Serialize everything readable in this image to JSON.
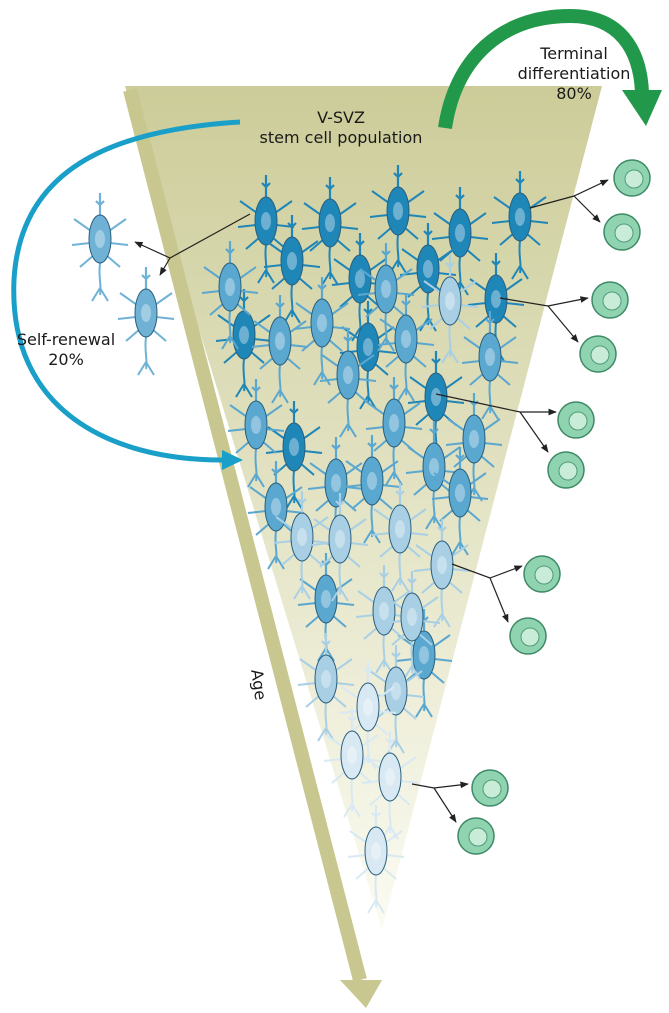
{
  "figure": {
    "title_line1": "V-SVZ",
    "title_line2": "stem cell population",
    "self_renewal_label": "Self-renewal",
    "self_renewal_percent": "20%",
    "terminal_label_line1": "Terminal",
    "terminal_label_line2": "differentiation",
    "terminal_percent": "80%",
    "age_axis_label": "Age"
  },
  "colors": {
    "triangle_top": "#cccc99",
    "triangle_bottom": "#fbfbf2",
    "arrow_age": "#c7c78f",
    "self_renewal_arrow": "#1aa0c8",
    "terminal_arrow": "#22994a",
    "neuron_dark": "#1f86b8",
    "neuron_mid": "#5aa7cf",
    "neuron_light": "#a9cfe5",
    "neuron_pale": "#d8e9f3",
    "diff_cell": "#8fd3b0"
  },
  "icons": [
    "stem-cell-neuron-icon",
    "differentiated-cell-icon",
    "pointer-arrow-icon"
  ]
}
